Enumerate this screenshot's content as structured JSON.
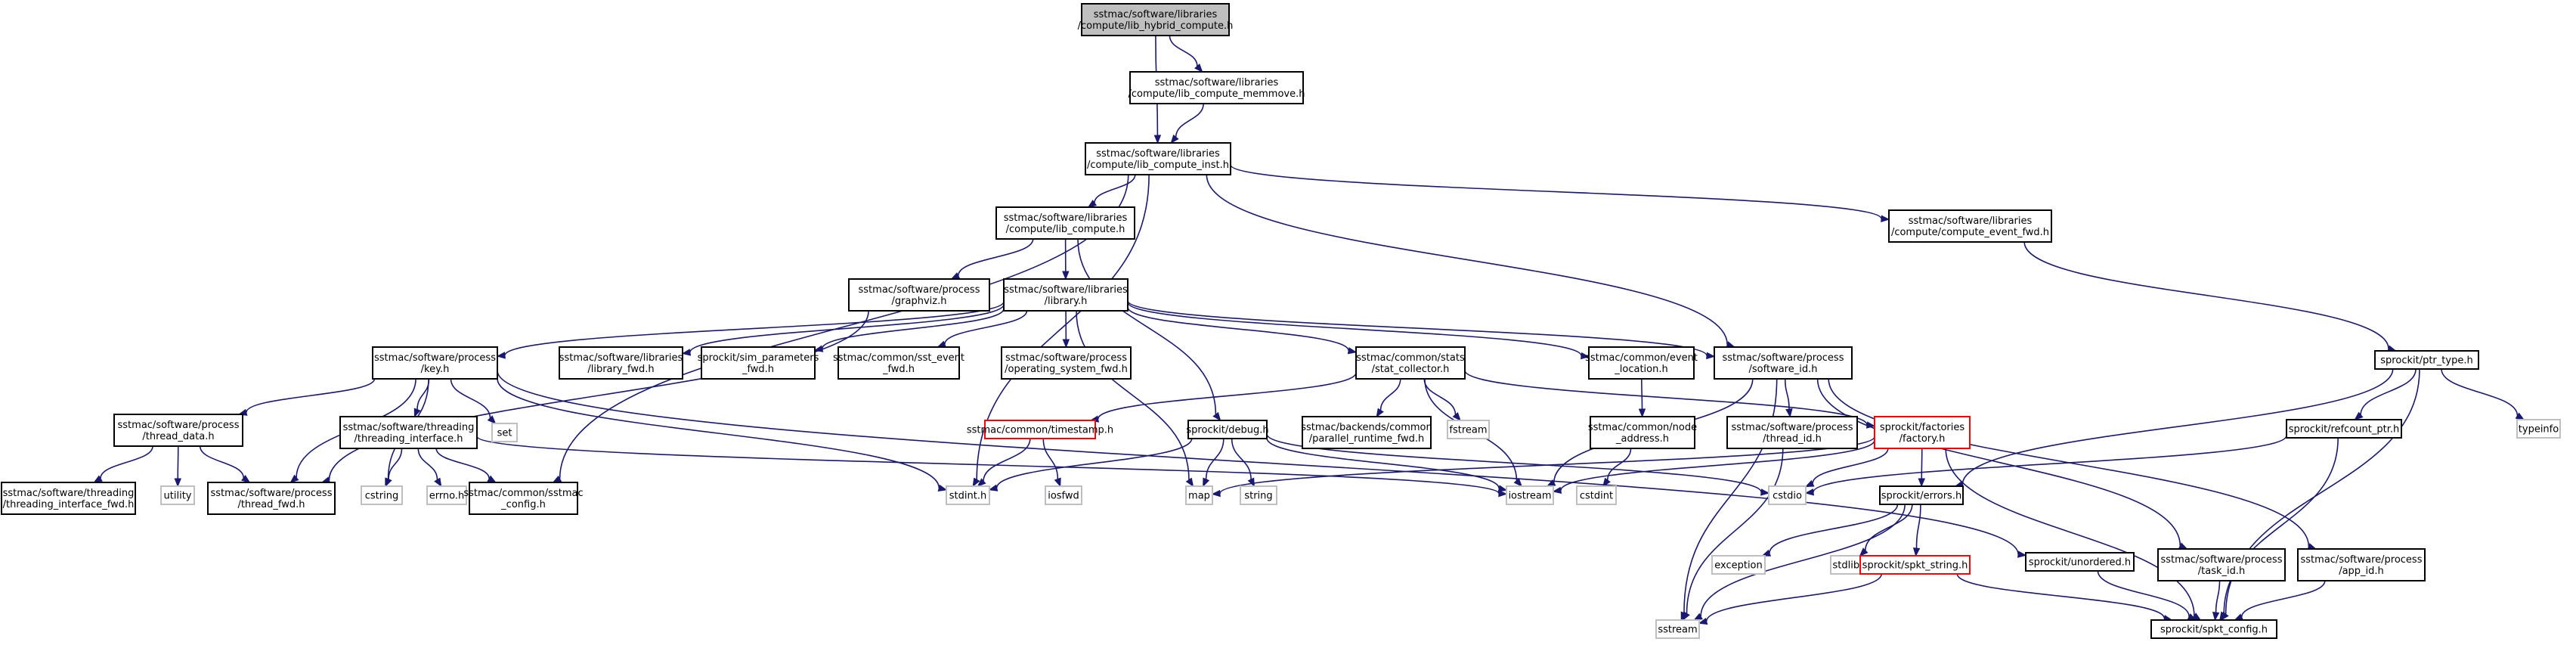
{
  "graph": {
    "nodes": [
      {
        "id": "hybrid",
        "lines": [
          "sstmac/software/libraries",
          "/compute/lib_hybrid_compute.h"
        ],
        "style": "root"
      },
      {
        "id": "memmove",
        "lines": [
          "sstmac/software/libraries",
          "/compute/lib_compute_memmove.h"
        ],
        "style": "normal"
      },
      {
        "id": "inst",
        "lines": [
          "sstmac/software/libraries",
          "/compute/lib_compute_inst.h"
        ],
        "style": "normal"
      },
      {
        "id": "libcompute",
        "lines": [
          "sstmac/software/libraries",
          "/compute/lib_compute.h"
        ],
        "style": "normal"
      },
      {
        "id": "eventfwd",
        "lines": [
          "sstmac/software/libraries",
          "/compute/compute_event_fwd.h"
        ],
        "style": "normal"
      },
      {
        "id": "graphviz",
        "lines": [
          "sstmac/software/process",
          "/graphviz.h"
        ],
        "style": "normal"
      },
      {
        "id": "library",
        "lines": [
          "sstmac/software/libraries",
          "/library.h"
        ],
        "style": "normal"
      },
      {
        "id": "ptrtype",
        "lines": [
          "sprockit/ptr_type.h"
        ],
        "style": "normal"
      },
      {
        "id": "key",
        "lines": [
          "sstmac/software/process",
          "/key.h"
        ],
        "style": "normal"
      },
      {
        "id": "libfwd",
        "lines": [
          "sstmac/software/libraries",
          "/library_fwd.h"
        ],
        "style": "normal"
      },
      {
        "id": "simparams",
        "lines": [
          "sprockit/sim_parameters",
          "_fwd.h"
        ],
        "style": "normal"
      },
      {
        "id": "ssteventfwd",
        "lines": [
          "sstmac/common/sst_event",
          "_fwd.h"
        ],
        "style": "normal"
      },
      {
        "id": "osfwd",
        "lines": [
          "sstmac/software/process",
          "/operating_system_fwd.h"
        ],
        "style": "normal"
      },
      {
        "id": "statcoll",
        "lines": [
          "sstmac/common/stats",
          "/stat_collector.h"
        ],
        "style": "normal"
      },
      {
        "id": "eventloc",
        "lines": [
          "sstmac/common/event",
          "_location.h"
        ],
        "style": "normal"
      },
      {
        "id": "softwareid",
        "lines": [
          "sstmac/software/process",
          "/software_id.h"
        ],
        "style": "normal"
      },
      {
        "id": "typeinfo",
        "lines": [
          "typeinfo"
        ],
        "style": "gray"
      },
      {
        "id": "threaddata",
        "lines": [
          "sstmac/software/process",
          "/thread_data.h"
        ],
        "style": "normal"
      },
      {
        "id": "threadingif",
        "lines": [
          "sstmac/software/threading",
          "/threading_interface.h"
        ],
        "style": "normal"
      },
      {
        "id": "set",
        "lines": [
          "set"
        ],
        "style": "gray"
      },
      {
        "id": "timestamp",
        "lines": [
          "sstmac/common/timestamp.h"
        ],
        "style": "red"
      },
      {
        "id": "debug",
        "lines": [
          "sprockit/debug.h"
        ],
        "style": "normal"
      },
      {
        "id": "parallelrt",
        "lines": [
          "sstmac/backends/common",
          "/parallel_runtime_fwd.h"
        ],
        "style": "normal"
      },
      {
        "id": "fstream",
        "lines": [
          "fstream"
        ],
        "style": "gray"
      },
      {
        "id": "nodeaddr",
        "lines": [
          "sstmac/common/node",
          "_address.h"
        ],
        "style": "normal"
      },
      {
        "id": "threadid",
        "lines": [
          "sstmac/software/process",
          "/thread_id.h"
        ],
        "style": "normal"
      },
      {
        "id": "factory",
        "lines": [
          "sprockit/factories",
          "/factory.h"
        ],
        "style": "red"
      },
      {
        "id": "refcount",
        "lines": [
          "sprockit/refcount_ptr.h"
        ],
        "style": "normal"
      },
      {
        "id": "threadingiffwd",
        "lines": [
          "sstmac/software/threading",
          "/threading_interface_fwd.h"
        ],
        "style": "normal"
      },
      {
        "id": "utility",
        "lines": [
          "utility"
        ],
        "style": "gray"
      },
      {
        "id": "threadfwd",
        "lines": [
          "sstmac/software/process",
          "/thread_fwd.h"
        ],
        "style": "normal"
      },
      {
        "id": "cstring",
        "lines": [
          "cstring"
        ],
        "style": "gray"
      },
      {
        "id": "errno",
        "lines": [
          "errno.h"
        ],
        "style": "gray"
      },
      {
        "id": "sstmacconfig",
        "lines": [
          "sstmac/common/sstmac",
          "_config.h"
        ],
        "style": "normal"
      },
      {
        "id": "stdint",
        "lines": [
          "stdint.h"
        ],
        "style": "gray"
      },
      {
        "id": "iosfwd",
        "lines": [
          "iosfwd"
        ],
        "style": "gray"
      },
      {
        "id": "map",
        "lines": [
          "map"
        ],
        "style": "gray"
      },
      {
        "id": "string",
        "lines": [
          "string"
        ],
        "style": "gray"
      },
      {
        "id": "iostream",
        "lines": [
          "iostream"
        ],
        "style": "gray"
      },
      {
        "id": "cstdint",
        "lines": [
          "cstdint"
        ],
        "style": "gray"
      },
      {
        "id": "cstdio",
        "lines": [
          "cstdio"
        ],
        "style": "gray"
      },
      {
        "id": "errors",
        "lines": [
          "sprockit/errors.h"
        ],
        "style": "normal"
      },
      {
        "id": "exception",
        "lines": [
          "exception"
        ],
        "style": "gray"
      },
      {
        "id": "stdlib",
        "lines": [
          "stdlib.h"
        ],
        "style": "gray"
      },
      {
        "id": "spktstring",
        "lines": [
          "sprockit/spkt_string.h"
        ],
        "style": "red"
      },
      {
        "id": "unordered",
        "lines": [
          "sprockit/unordered.h"
        ],
        "style": "normal"
      },
      {
        "id": "taskid",
        "lines": [
          "sstmac/software/process",
          "/task_id.h"
        ],
        "style": "normal"
      },
      {
        "id": "appid",
        "lines": [
          "sstmac/software/process",
          "/app_id.h"
        ],
        "style": "normal"
      },
      {
        "id": "sstream",
        "lines": [
          "sstream"
        ],
        "style": "gray"
      },
      {
        "id": "spktconfig",
        "lines": [
          "sprockit/spkt_config.h"
        ],
        "style": "normal"
      }
    ],
    "edges": [
      [
        "hybrid",
        "memmove"
      ],
      [
        "hybrid",
        "inst"
      ],
      [
        "memmove",
        "inst"
      ],
      [
        "inst",
        "libcompute"
      ],
      [
        "inst",
        "eventfwd"
      ],
      [
        "inst",
        "softwareid"
      ],
      [
        "inst",
        "sstmacconfig"
      ],
      [
        "inst",
        "stdint"
      ],
      [
        "libcompute",
        "graphviz"
      ],
      [
        "libcompute",
        "library"
      ],
      [
        "libcompute",
        "debug"
      ],
      [
        "eventfwd",
        "ptrtype"
      ],
      [
        "graphviz",
        "threadfwd"
      ],
      [
        "library",
        "key"
      ],
      [
        "library",
        "libfwd"
      ],
      [
        "library",
        "simparams"
      ],
      [
        "library",
        "ssteventfwd"
      ],
      [
        "library",
        "osfwd"
      ],
      [
        "library",
        "statcoll"
      ],
      [
        "library",
        "eventloc"
      ],
      [
        "library",
        "softwareid"
      ],
      [
        "library",
        "map"
      ],
      [
        "ptrtype",
        "refcount"
      ],
      [
        "ptrtype",
        "typeinfo"
      ],
      [
        "ptrtype",
        "errors"
      ],
      [
        "ptrtype",
        "spktconfig"
      ],
      [
        "key",
        "threaddata"
      ],
      [
        "key",
        "threadingif"
      ],
      [
        "key",
        "threadfwd"
      ],
      [
        "key",
        "set"
      ],
      [
        "key",
        "cstring"
      ],
      [
        "key",
        "stdint"
      ],
      [
        "key",
        "unordered"
      ],
      [
        "statcoll",
        "timestamp"
      ],
      [
        "statcoll",
        "parallelrt"
      ],
      [
        "statcoll",
        "fstream"
      ],
      [
        "statcoll",
        "iostream"
      ],
      [
        "statcoll",
        "factory"
      ],
      [
        "eventloc",
        "nodeaddr"
      ],
      [
        "softwareid",
        "threadid"
      ],
      [
        "softwareid",
        "iostream"
      ],
      [
        "softwareid",
        "taskid"
      ],
      [
        "softwareid",
        "appid"
      ],
      [
        "softwareid",
        "sstream"
      ],
      [
        "threaddata",
        "threadingiffwd"
      ],
      [
        "threaddata",
        "utility"
      ],
      [
        "threaddata",
        "threadfwd"
      ],
      [
        "threadingif",
        "cstring"
      ],
      [
        "threadingif",
        "errno"
      ],
      [
        "threadingif",
        "sstmacconfig"
      ],
      [
        "threadingif",
        "iostream"
      ],
      [
        "timestamp",
        "stdint"
      ],
      [
        "timestamp",
        "iosfwd"
      ],
      [
        "debug",
        "stdint"
      ],
      [
        "debug",
        "map"
      ],
      [
        "debug",
        "string"
      ],
      [
        "debug",
        "iostream"
      ],
      [
        "debug",
        "cstdio"
      ],
      [
        "nodeaddr",
        "cstdint"
      ],
      [
        "threadid",
        "sstream"
      ],
      [
        "factory",
        "map"
      ],
      [
        "factory",
        "iostream"
      ],
      [
        "factory",
        "cstdio"
      ],
      [
        "factory",
        "errors"
      ],
      [
        "factory",
        "spktconfig"
      ],
      [
        "refcount",
        "cstdio"
      ],
      [
        "refcount",
        "spktconfig"
      ],
      [
        "errors",
        "exception"
      ],
      [
        "errors",
        "stdlib"
      ],
      [
        "errors",
        "spktstring"
      ],
      [
        "errors",
        "sstream"
      ],
      [
        "spktstring",
        "sstream"
      ],
      [
        "spktstring",
        "spktconfig"
      ],
      [
        "unordered",
        "spktconfig"
      ],
      [
        "taskid",
        "spktconfig"
      ],
      [
        "appid",
        "spktconfig"
      ]
    ]
  }
}
